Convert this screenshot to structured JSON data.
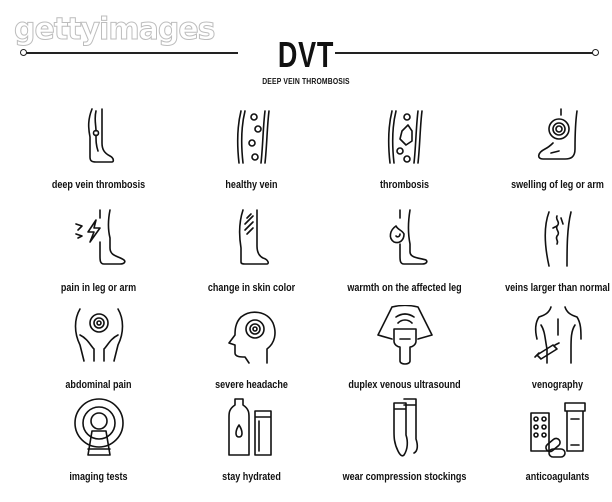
{
  "watermark": "gettyimages",
  "header": {
    "title": "DVT",
    "subtitle": "DEEP VEIN THROMBOSIS"
  },
  "icons": [
    {
      "label": "deep vein thrombosis",
      "icon": "leg-vein-clot-icon"
    },
    {
      "label": "healthy vein",
      "icon": "healthy-vein-icon"
    },
    {
      "label": "thrombosis",
      "icon": "thrombosis-icon"
    },
    {
      "label": "swelling of leg or arm",
      "icon": "swollen-foot-icon"
    },
    {
      "label": "pain in leg or arm",
      "icon": "leg-pain-icon"
    },
    {
      "label": "change in skin color",
      "icon": "skin-color-change-icon"
    },
    {
      "label": "warmth on the affected leg",
      "icon": "leg-warmth-icon"
    },
    {
      "label": "veins larger than normal",
      "icon": "enlarged-veins-icon"
    },
    {
      "label": "abdominal pain",
      "icon": "abdominal-pain-icon"
    },
    {
      "label": "severe headache",
      "icon": "headache-icon"
    },
    {
      "label": "duplex venous ultrasound",
      "icon": "ultrasound-icon"
    },
    {
      "label": "venography",
      "icon": "venography-icon"
    },
    {
      "label": "imaging tests",
      "icon": "mri-scanner-icon"
    },
    {
      "label": "stay hydrated",
      "icon": "water-bottle-icon"
    },
    {
      "label": "wear compression stockings",
      "icon": "compression-stockings-icon"
    },
    {
      "label": "anticoagulants",
      "icon": "pills-icon"
    }
  ]
}
